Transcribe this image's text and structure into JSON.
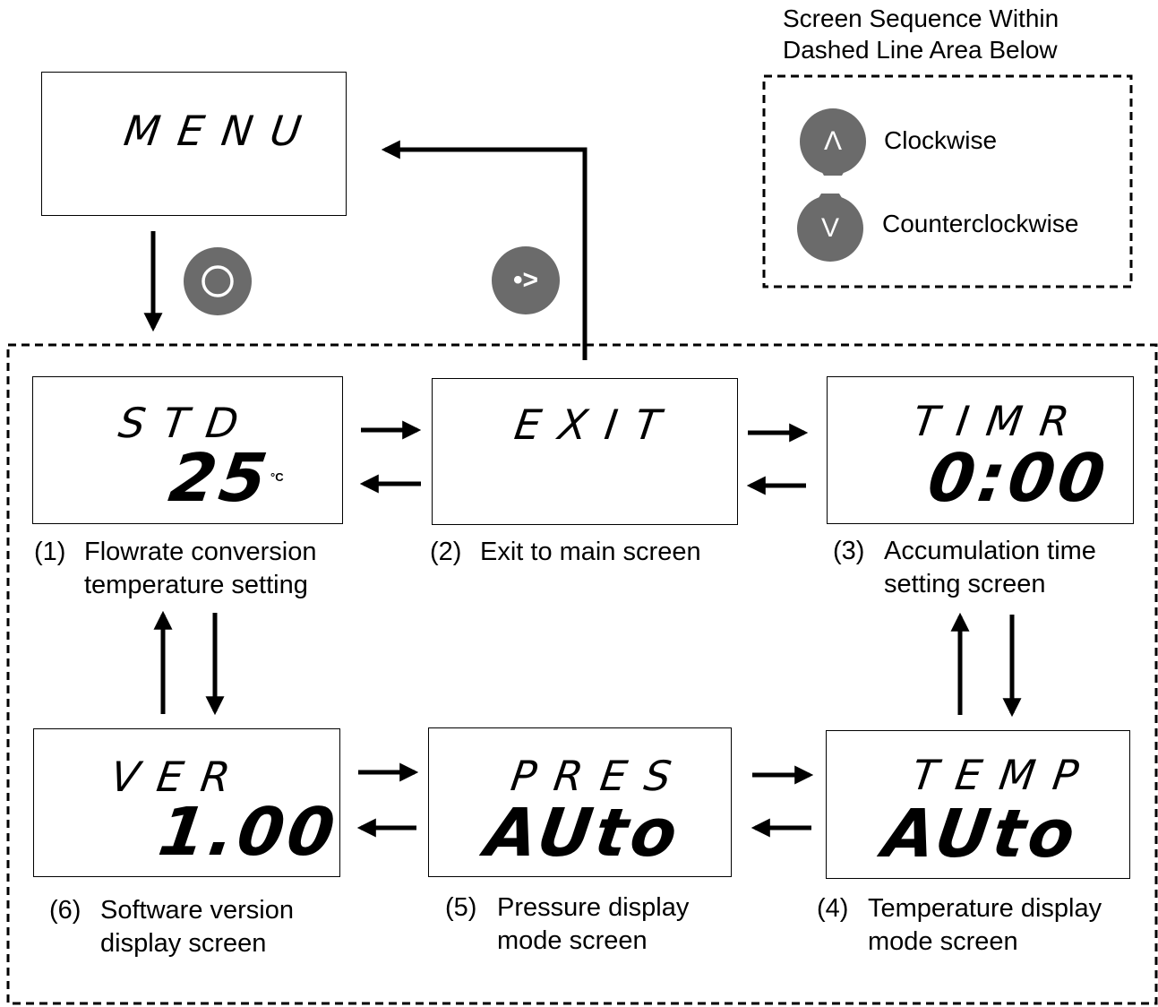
{
  "legend": {
    "title_line1": "Screen Sequence Within",
    "title_line2": "Dashed Line Area Below",
    "up_label": "Clockwise",
    "down_label": "Counterclockwise",
    "up_icon": "caret-up-icon",
    "down_icon": "caret-down-icon",
    "up_glyph": "Λ",
    "down_glyph": "V"
  },
  "menu": {
    "display": "MENU"
  },
  "buttons": {
    "enter_icon": "circle-button-icon",
    "exit_icon": "dot-arrow-button-icon",
    "exit_glyph": "•>"
  },
  "screens": [
    {
      "id": "1",
      "top": "STD",
      "value": "25",
      "unit": "°C",
      "num": "(1)",
      "line1": "Flowrate conversion",
      "line2": "temperature setting"
    },
    {
      "id": "2",
      "top": "EXIT",
      "value": "",
      "unit": "",
      "num": "(2)",
      "line1": "Exit to main screen",
      "line2": ""
    },
    {
      "id": "3",
      "top": "TIMR",
      "value": "0:00",
      "unit": "",
      "num": "(3)",
      "line1": "Accumulation time",
      "line2": "setting screen"
    },
    {
      "id": "4",
      "top": "TEMP",
      "value": "AUto",
      "unit": "",
      "num": "(4)",
      "line1": "Temperature display",
      "line2": "mode screen"
    },
    {
      "id": "5",
      "top": "PRES",
      "value": "AUto",
      "unit": "",
      "num": "(5)",
      "line1": "Pressure display",
      "line2": "mode screen"
    },
    {
      "id": "6",
      "top": "VER",
      "value": "1.00",
      "unit": "",
      "num": "(6)",
      "line1": "Software version",
      "line2": "display screen"
    }
  ],
  "colors": {
    "button_gray": "#6b6b6b",
    "line": "#000000"
  }
}
